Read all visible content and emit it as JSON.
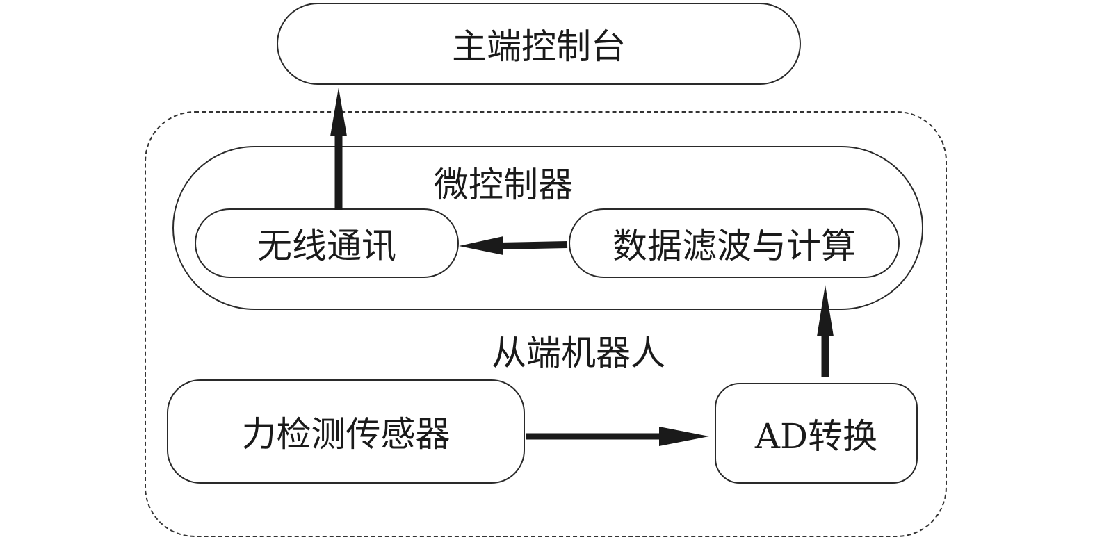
{
  "diagram": {
    "master_console": "主端控制台",
    "slave_robot": "从端机器人",
    "microcontroller": "微控制器",
    "wireless_comm": "无线通讯",
    "data_filter_compute": "数据滤波与计算",
    "force_sensor": "力检测传感器",
    "ad_conversion": "AD转换"
  },
  "edges": [
    {
      "from": "力检测传感器",
      "to": "AD转换"
    },
    {
      "from": "AD转换",
      "to": "数据滤波与计算"
    },
    {
      "from": "数据滤波与计算",
      "to": "无线通讯"
    },
    {
      "from": "无线通讯",
      "to": "主端控制台"
    }
  ]
}
